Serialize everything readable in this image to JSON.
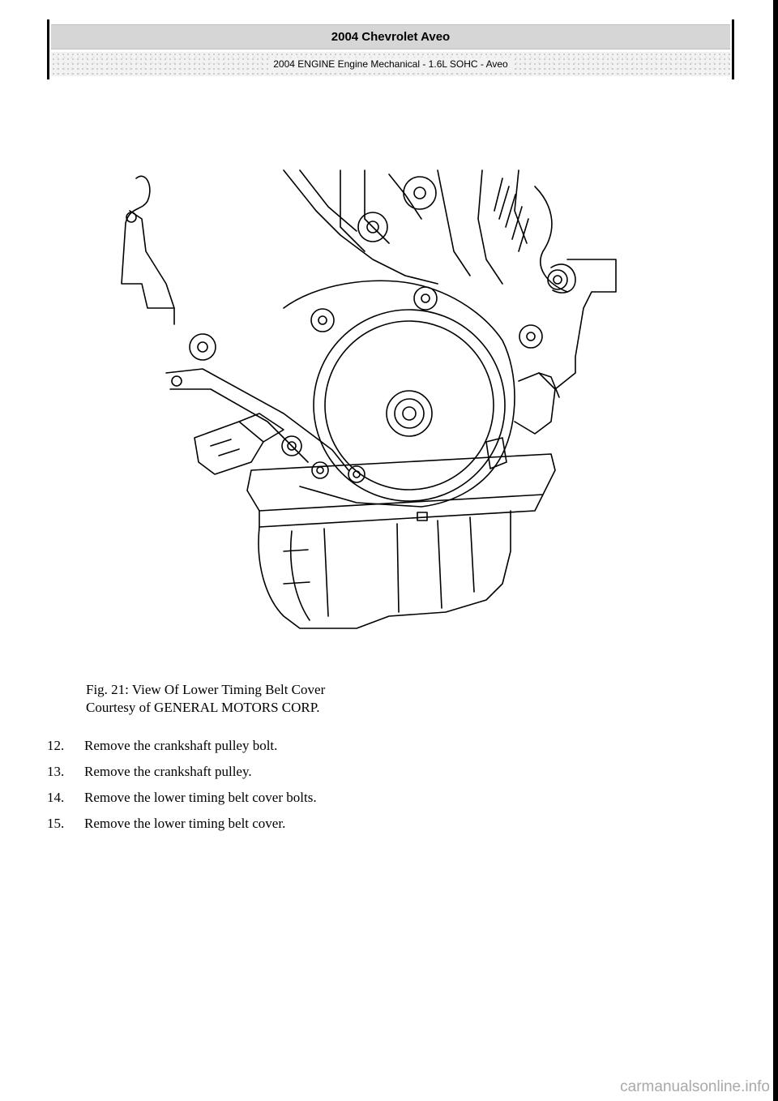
{
  "header": {
    "title": "2004 Chevrolet Aveo",
    "subtitle": "2004 ENGINE Engine Mechanical - 1.6L SOHC - Aveo"
  },
  "figure": {
    "caption_line1": "Fig. 21: View Of Lower Timing Belt Cover",
    "caption_line2": "Courtesy of GENERAL MOTORS CORP."
  },
  "steps": [
    {
      "number": "12.",
      "text": "Remove the crankshaft pulley bolt."
    },
    {
      "number": "13.",
      "text": "Remove the crankshaft pulley."
    },
    {
      "number": "14.",
      "text": "Remove the lower timing belt cover bolts."
    },
    {
      "number": "15.",
      "text": "Remove the lower timing belt cover."
    }
  ],
  "watermark": "carmanualsonline.info"
}
